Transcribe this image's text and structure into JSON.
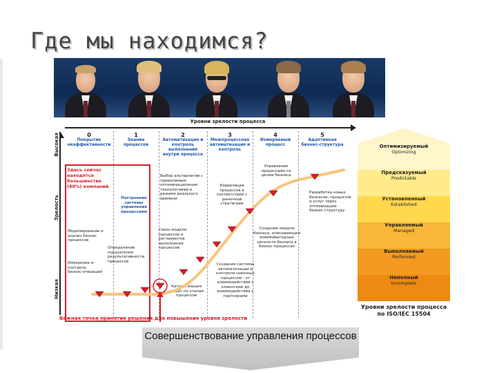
{
  "title": "Где мы находимся?",
  "levels_header": "Уровни зрелости процесса",
  "axis": {
    "high": "Высокая",
    "mid": "Зрелость",
    "low": "Низкая"
  },
  "columns": [
    {
      "num": "0",
      "name": "Покрытие неэффективности"
    },
    {
      "num": "1",
      "name": "Знание процессов"
    },
    {
      "num": "2",
      "name": "Автоматизация и контроль выполнения внутри процесса"
    },
    {
      "num": "3",
      "name": "Межпроцессная автоматизация и контроль"
    },
    {
      "num": "4",
      "name": "Измеряемый процесс"
    },
    {
      "num": "5",
      "name": "Адаптивная бизнес-структура"
    }
  ],
  "red_note": "Здесь сейчас находятся большинство (80%) компаний",
  "notes": {
    "n1": "Построение системы управления процессами",
    "n2": "Моделирование и анализ бизнес процессов",
    "n3": "Измерение и контроль бизнес-операций",
    "n4": "Определение показателей результативности процессов",
    "n5": "Выбор альтернатив с приемлемым оптимизационным технологиями в режиме реального времени",
    "n6": "Связь модели процессов и регламентов выполнения процессов",
    "n7": "Каталогизация затрат по этапам процессов",
    "n8": "Корреляция процессов в соответствии с рыночной стратегией",
    "n9": "Создание системы автоматизации и контроля сквозных процессов - от взаимодействия с клиентами до взаимодействия с партнерами",
    "n10": "Управление процессами по целям бизнеса",
    "n11": "Создание модели бизнеса, описывающей взаимовыгодные ценности бизнеса в бизнес-процессах",
    "n12": "Разработка новых бизнесов, продуктов и услуг через оптимизацию бизнес-структуру"
  },
  "decision_point": "Важная точка принятия решения для повышения уровня зрелости",
  "pyramid": [
    {
      "ru": "Оптимизируемый",
      "en": "Optimizing",
      "color": "#fff6cc"
    },
    {
      "ru": "Предсказуемый",
      "en": "Predictable",
      "color": "#ffeb8c"
    },
    {
      "ru": "Установленный",
      "en": "Established",
      "color": "#ffd84d"
    },
    {
      "ru": "Управляемый",
      "en": "Managed",
      "color": "#f8b63a"
    },
    {
      "ru": "Выполняемый",
      "en": "Performed",
      "color": "#f29a22"
    },
    {
      "ru": "Неполный",
      "en": "Incomplete",
      "color": "#ee8a12"
    }
  ],
  "standard": "Уровни зрелости процесса по ISO/IEC 15504",
  "banner": "Совершенствование управления процессов"
}
